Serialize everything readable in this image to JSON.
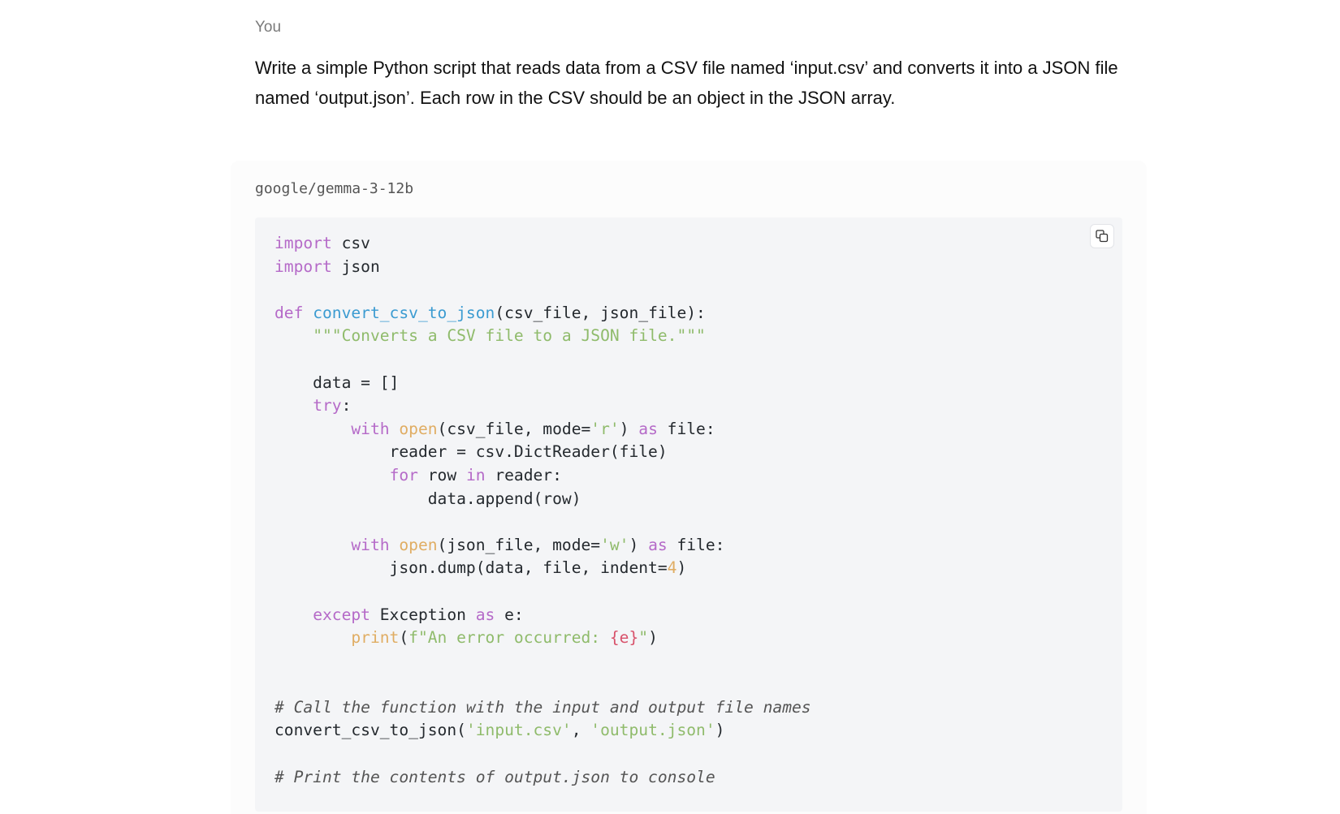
{
  "conversation": {
    "user": {
      "sender_label": "You",
      "message": "Write a simple Python script that reads data from a CSV file named ‘input.csv’ and converts it into a JSON file named ‘output.json’. Each row in the CSV should be an object in the JSON array."
    },
    "assistant": {
      "model_name": "google/gemma-3-12b",
      "copy_icon": "copy-icon",
      "code": {
        "language": "python",
        "lines": [
          [
            {
              "t": "import",
              "c": "kw"
            },
            {
              "t": " csv"
            }
          ],
          [
            {
              "t": "import",
              "c": "kw"
            },
            {
              "t": " json"
            }
          ],
          [],
          [
            {
              "t": "def",
              "c": "kw"
            },
            {
              "t": " "
            },
            {
              "t": "convert_csv_to_json",
              "c": "fn"
            },
            {
              "t": "(csv_file, json_file):"
            }
          ],
          [
            {
              "t": "    "
            },
            {
              "t": "\"\"\"Converts a CSV file to a JSON file.\"\"\"",
              "c": "str"
            }
          ],
          [],
          [
            {
              "t": "    data = []"
            }
          ],
          [
            {
              "t": "    "
            },
            {
              "t": "try",
              "c": "kw"
            },
            {
              "t": ":"
            }
          ],
          [
            {
              "t": "        "
            },
            {
              "t": "with",
              "c": "kw"
            },
            {
              "t": " "
            },
            {
              "t": "open",
              "c": "bi"
            },
            {
              "t": "(csv_file, mode="
            },
            {
              "t": "'r'",
              "c": "str"
            },
            {
              "t": ") "
            },
            {
              "t": "as",
              "c": "kw"
            },
            {
              "t": " file:"
            }
          ],
          [
            {
              "t": "            reader = csv.DictReader(file)"
            }
          ],
          [
            {
              "t": "            "
            },
            {
              "t": "for",
              "c": "kw"
            },
            {
              "t": " row "
            },
            {
              "t": "in",
              "c": "kw"
            },
            {
              "t": " reader:"
            }
          ],
          [
            {
              "t": "                data.append(row)"
            }
          ],
          [],
          [
            {
              "t": "        "
            },
            {
              "t": "with",
              "c": "kw"
            },
            {
              "t": " "
            },
            {
              "t": "open",
              "c": "bi"
            },
            {
              "t": "(json_file, mode="
            },
            {
              "t": "'w'",
              "c": "str"
            },
            {
              "t": ") "
            },
            {
              "t": "as",
              "c": "kw"
            },
            {
              "t": " file:"
            }
          ],
          [
            {
              "t": "            json.dump(data, file, indent="
            },
            {
              "t": "4",
              "c": "num"
            },
            {
              "t": ")"
            }
          ],
          [],
          [
            {
              "t": "    "
            },
            {
              "t": "except",
              "c": "kw"
            },
            {
              "t": " Exception "
            },
            {
              "t": "as",
              "c": "kw"
            },
            {
              "t": " e:"
            }
          ],
          [
            {
              "t": "        "
            },
            {
              "t": "print",
              "c": "bi"
            },
            {
              "t": "("
            },
            {
              "t": "f\"An error occurred: ",
              "c": "str"
            },
            {
              "t": "{e}",
              "c": "interp"
            },
            {
              "t": "\"",
              "c": "str"
            },
            {
              "t": ")"
            }
          ],
          [],
          [],
          [
            {
              "t": "# Call the function with the input and output file names",
              "c": "cm"
            }
          ],
          [
            {
              "t": "convert_csv_to_json("
            },
            {
              "t": "'input.csv'",
              "c": "str"
            },
            {
              "t": ", "
            },
            {
              "t": "'output.json'",
              "c": "str"
            },
            {
              "t": ")"
            }
          ],
          [],
          [
            {
              "t": "# Print the contents of output.json to console",
              "c": "cm"
            }
          ]
        ]
      }
    }
  }
}
